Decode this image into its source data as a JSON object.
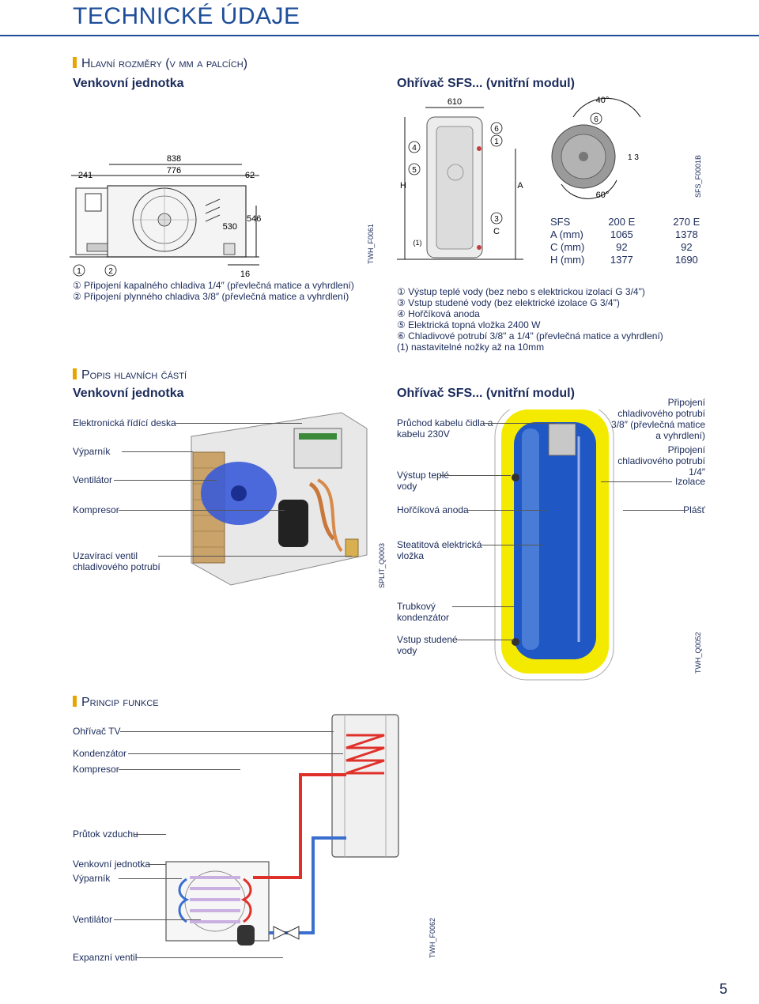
{
  "page": {
    "title": "TECHNICKÉ ÚDAJE",
    "number": "5"
  },
  "section1": {
    "heading": "Hlavní rozměry (v mm a palcích)",
    "outdoor_subtitle": "Venkovní jednotka",
    "indoor_subtitle": "Ohřívač SFS... (vnitřní modul)",
    "outdoor_dims": {
      "d838": "838",
      "d776": "776",
      "d241": "241",
      "d62": "62",
      "d546": "546",
      "d530": "530",
      "d16": "16",
      "c1": "1",
      "c2": "2"
    },
    "outdoor_code": "TWH_F0061",
    "outdoor_notes": [
      "① Připojení kapalného chladiva 1/4″ (převlečná matice a vyhrdlení)",
      "② Připojení plynného chladiva 3/8″ (převlečná matice a vyhrdlení)"
    ],
    "indoor_dims": {
      "d610": "610",
      "H": "H",
      "A": "A",
      "C": "C",
      "n4": "4",
      "n5": "5",
      "n6": "6",
      "n1": "1",
      "n3": "3",
      "foot": "(1)",
      "a40": "40°",
      "a60": "60°",
      "n6b": "6",
      "n13": "1 3"
    },
    "indoor_code": "SFS_F0001B",
    "table": {
      "header": [
        "SFS",
        "200 E",
        "270 E"
      ],
      "rows": [
        [
          "A (mm)",
          "1065",
          "1378"
        ],
        [
          "C (mm)",
          "92",
          "92"
        ],
        [
          "H (mm)",
          "1377",
          "1690"
        ]
      ]
    },
    "indoor_notes": [
      "① Výstup teplé vody (bez nebo s elektrickou izolací G 3/4\")",
      "③ Vstup studené vody (bez elektrické izolace G 3/4\")",
      "④ Hořčíková anoda",
      "⑤ Elektrická topná vložka 2400 W",
      "⑥ Chladivové potrubí 3/8\" a 1/4\" (převlečná matice a vyhrdlení)",
      "(1) nastavitelné nožky až na 10mm"
    ]
  },
  "section2": {
    "heading": "Popis hlavních částí",
    "outdoor_subtitle": "Venkovní jednotka",
    "indoor_subtitle": "Ohřívač SFS... (vnitřní modul)",
    "outdoor_labels": [
      "Elektronická řídící deska",
      "Výparník",
      "Ventilátor",
      "Kompresor",
      "Uzavírací ventil chladivového potrubí"
    ],
    "outdoor_code": "SPLIT_Q0003",
    "indoor_left_labels": [
      "Průchod kabelu čidla a kabelu 230V",
      "Výstup teplé vody",
      "Hořčíková anoda",
      "Steatitová elektrická vložka",
      "Trubkový kondenzátor",
      "Vstup studené vody"
    ],
    "indoor_right_labels": [
      "Připojení chladivového potrubí 3/8″ (převlečná matice a vyhrdlení)",
      "Připojení chladivového potrubí 1/4″",
      "Izolace",
      "Plášť"
    ],
    "indoor_code": "TWH_Q0052"
  },
  "section3": {
    "heading": "Princip funkce",
    "labels": [
      "Ohřívač TV",
      "Kondenzátor",
      "Kompresor",
      "Průtok vzduchu",
      "Venkovní jednotka",
      "Výparník",
      "Ventilátor",
      "Expanzní ventil"
    ],
    "code": "TWH_F0062"
  },
  "colors": {
    "accent": "#e8a400",
    "title": "#1e4e9a",
    "text": "#1a2a5a",
    "hot": "#e0302a",
    "cold": "#3a6fd0",
    "tank": "#1e5fc8",
    "insulation": "#f2e600"
  }
}
